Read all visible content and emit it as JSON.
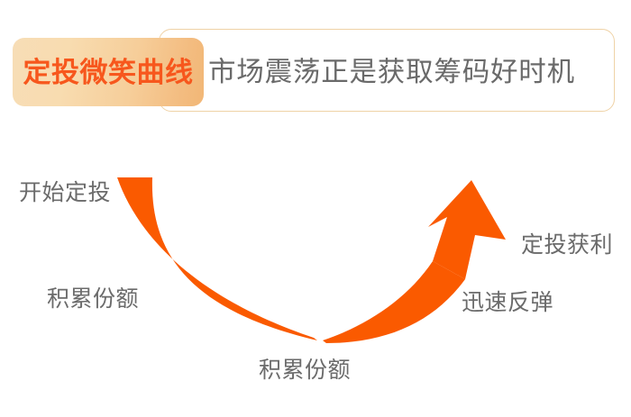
{
  "header": {
    "badge_label": "定投微笑曲线",
    "title": "市场震荡正是获取筹码好时机",
    "badge_gradient_from": "#F7DDB6",
    "badge_gradient_to": "#F2B776",
    "badge_text_color": "#F7571D",
    "title_color": "#6A6A6A",
    "outline_color": "#EFD2A6"
  },
  "chart_data": {
    "type": "line",
    "title": "定投微笑曲线",
    "xlabel": "积累份额",
    "ylabel": "",
    "annotations": [
      {
        "id": "start",
        "text": "开始定投",
        "position": "upper-left"
      },
      {
        "id": "accumulate",
        "text": "积累份额",
        "position": "mid-left"
      },
      {
        "id": "bottom",
        "text": "积累份额",
        "position": "bottom-center"
      },
      {
        "id": "rebound",
        "text": "迅速反弹",
        "position": "mid-right"
      },
      {
        "id": "profit",
        "text": "定投获利",
        "position": "upper-right"
      }
    ],
    "series": [
      {
        "name": "定投微笑曲线",
        "shape": "u-curve-with-arrow",
        "color": "#FA5A00",
        "x": [
          0,
          10,
          20,
          30,
          40,
          50,
          60,
          70,
          80,
          90,
          100
        ],
        "values": [
          100,
          72,
          49,
          31,
          17,
          8,
          14,
          30,
          52,
          76,
          98
        ]
      }
    ],
    "grid": false,
    "legend": false,
    "curve_color": "#FA5A00",
    "arrow_direction": "up-right"
  },
  "labels": {
    "start": "开始定投",
    "accumulate": "积累份额",
    "bottom": "积累份额",
    "rebound": "迅速反弹",
    "profit": "定投获利"
  }
}
